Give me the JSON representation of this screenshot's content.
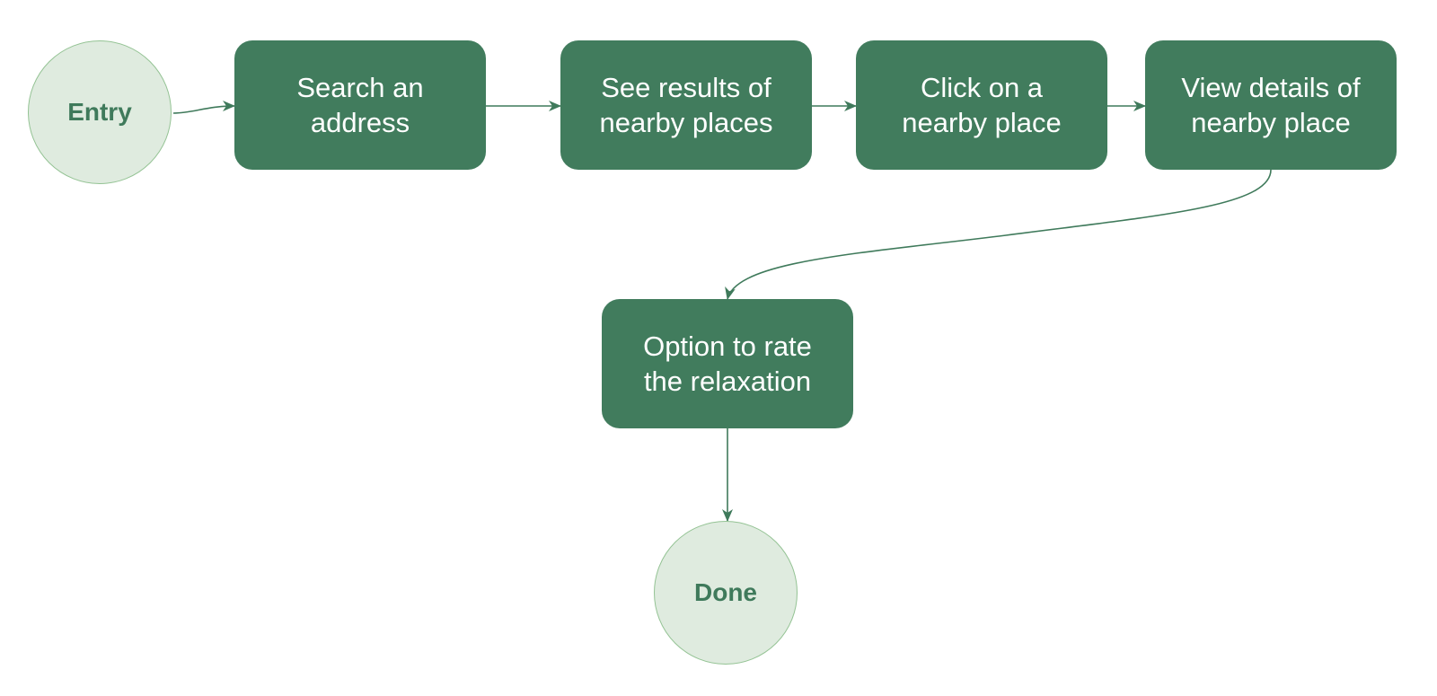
{
  "diagram": {
    "colors": {
      "step_fill": "#417c5d",
      "step_text": "#ffffff",
      "terminal_fill": "#dfebdf",
      "terminal_border": "#94c394",
      "terminal_text": "#3f7a5b",
      "connector": "#3f7a5b"
    },
    "terminals": {
      "start": "Entry",
      "end": "Done"
    },
    "steps": [
      {
        "label": "Search an\naddress"
      },
      {
        "label": "See results of\nnearby places"
      },
      {
        "label": "Click on a\nnearby place"
      },
      {
        "label": "View details of\nnearby place"
      },
      {
        "label": "Option to rate\nthe relaxation"
      }
    ],
    "flow": [
      [
        "start",
        "step1"
      ],
      [
        "step1",
        "step2"
      ],
      [
        "step2",
        "step3"
      ],
      [
        "step3",
        "step4"
      ],
      [
        "step4",
        "step5"
      ],
      [
        "step5",
        "end"
      ]
    ]
  }
}
